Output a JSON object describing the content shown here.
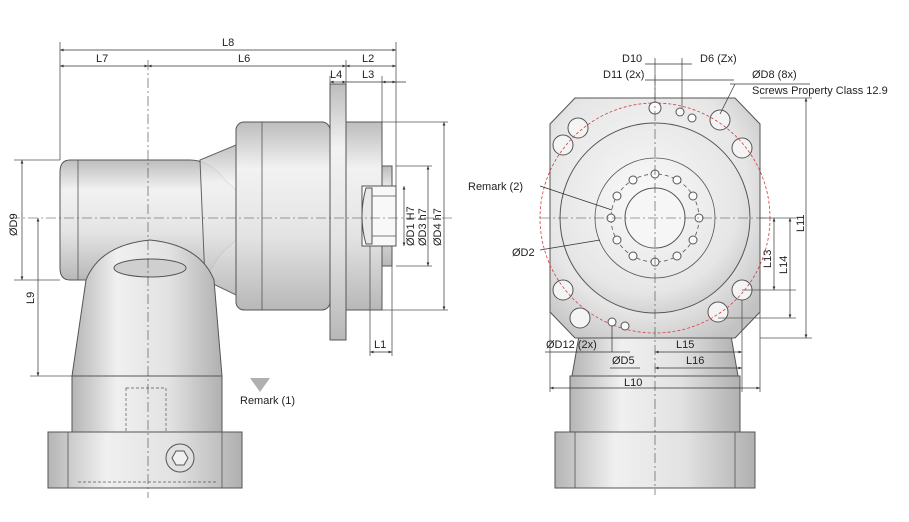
{
  "labels": {
    "L8": "L8",
    "L7": "L7",
    "L6": "L6",
    "L2": "L2",
    "L4": "L4",
    "L3": "L3",
    "L1": "L1",
    "L9": "L9",
    "D9": "ØD9",
    "D1": "ØD1 H7",
    "D3": "ØD3 h7",
    "D4": "ØD4 h7",
    "remark1": "Remark (1)",
    "remark2": "Remark (2)",
    "D10": "D10",
    "D11": "D11 (2x)",
    "D6": "D6 (Zx)",
    "D8": "ØD8 (8x)",
    "screws": "Screws Property Class 12.9",
    "D2": "ØD2",
    "L11": "L11",
    "L13": "L13",
    "L14": "L14",
    "D12": "ØD12 (2x)",
    "L15": "L15",
    "D5": "ØD5",
    "L16": "L16",
    "L10": "L10"
  },
  "colors": {
    "body_light": "#f4f4f4",
    "body_mid": "#d9d9d9",
    "body_dark": "#a8a8a8",
    "line": "#555555",
    "remark_marker": "#b0b0b0",
    "hole_accent": "#d04040"
  }
}
